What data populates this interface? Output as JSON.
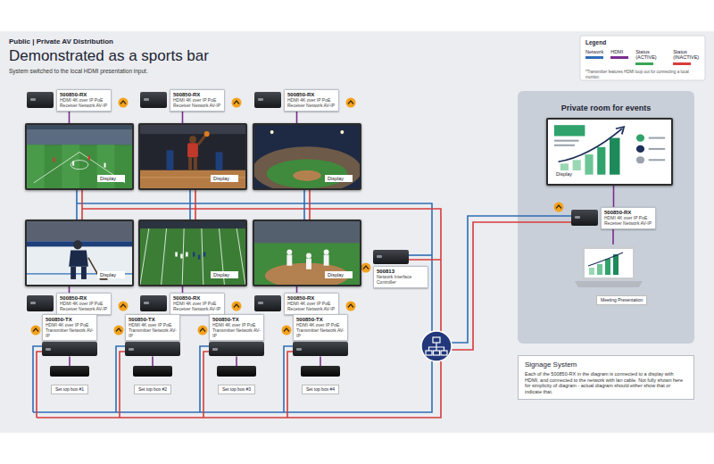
{
  "diagram": {
    "title": "Demonstrated as a sports bar",
    "nodes": [
      {
        "text": [
          "500850-RX",
          "HDMI 4K over IP PoE Receiver Network AV-IP"
        ]
      },
      {
        "text": [
          "500850-RX",
          "HDMI 4K over IP PoE Receiver Network AV-IP"
        ]
      },
      {
        "text": [
          "500850-RX",
          "HDMI 4K over IP PoE Receiver Network AV-IP"
        ]
      },
      {
        "text": [
          "Display"
        ]
      },
      {
        "text": [
          "Display"
        ]
      },
      {
        "text": [
          "Display"
        ]
      },
      {
        "text": [
          "Display"
        ]
      },
      {
        "text": [
          "Display"
        ]
      },
      {
        "text": [
          "Display"
        ]
      },
      {
        "text": [
          "500850-RX",
          "HDMI 4K over IP PoE Receiver Network AV-IP"
        ]
      },
      {
        "text": [
          "500850-RX",
          "HDMI 4K over IP PoE Receiver Network AV-IP"
        ]
      },
      {
        "text": [
          "500850-RX",
          "HDMI 4K over IP PoE Receiver Network AV-IP"
        ]
      },
      {
        "text": [
          "500813",
          "Network Interface Controller"
        ]
      },
      {
        "text": [
          "500850-TX",
          "HDMI 4K over IP PoE Transmitter Network AV-IP"
        ]
      },
      {
        "text": [
          "500850-TX",
          "HDMI 4K over IP PoE Transmitter Network AV-IP"
        ]
      },
      {
        "text": [
          "500850-TX",
          "HDMI 4K over IP PoE Transmitter Network AV-IP"
        ]
      },
      {
        "text": [
          "500850-TX",
          "HDMI 4K over IP PoE Transmitter Network AV-IP"
        ]
      },
      {
        "text": [
          "Set top box #1"
        ]
      },
      {
        "text": [
          "Set top box #2"
        ]
      },
      {
        "text": [
          "Set top box #3"
        ]
      },
      {
        "text": [
          "Set top box #4"
        ]
      },
      {
        "text": [
          "Private room for events"
        ]
      },
      {
        "text": [
          "Display"
        ],
        "in": 21
      },
      {
        "text": [
          "500850-RX",
          "HDMI 4K over IP PoE Receiver Network AV-IP"
        ],
        "in": 21
      },
      {
        "text": [
          "Meeting Presentation"
        ],
        "in": 21
      },
      {
        "text": [
          "Signage System",
          "Each of the 500850-RX in the diagram is connected to a display with HDMI, and connected to the network with lan cable. Not fully shown here for simplicity of diagram - actual diagram should either show that or indicate that."
        ]
      }
    ],
    "edges": [
      {
        "from": 0,
        "to": 3,
        "arrow": "none"
      },
      {
        "from": 1,
        "to": 4,
        "arrow": "none"
      },
      {
        "from": 2,
        "to": 5,
        "arrow": "none"
      },
      {
        "from": 9,
        "to": 6,
        "arrow": "none"
      },
      {
        "from": 10,
        "to": 7,
        "arrow": "none"
      },
      {
        "from": 11,
        "to": 8,
        "arrow": "none"
      },
      {
        "from": 17,
        "to": 13,
        "arrow": "none"
      },
      {
        "from": 18,
        "to": 14,
        "arrow": "none"
      },
      {
        "from": 19,
        "to": 15,
        "arrow": "none"
      },
      {
        "from": 20,
        "to": 16,
        "arrow": "none"
      },
      {
        "from": 23,
        "to": 22,
        "arrow": "none"
      },
      {
        "from": 24,
        "to": 23,
        "arrow": "none"
      }
    ],
    "labels": [
      "Public | Private AV Distribution",
      "System switched to the local HDMI presentation input.",
      "Legend",
      "*Transmitter features HDMI loop out for connecting a local monitor."
    ],
    "legend": [
      {
        "text": "Network",
        "color": "#2f6db5"
      },
      {
        "text": "HDMI",
        "color": "#7b2d8e"
      },
      {
        "text": "Status (ACTIVE)",
        "color": "#3aa655"
      },
      {
        "text": "Status (INACTIVE)",
        "color": "#d83b3b"
      }
    ]
  }
}
